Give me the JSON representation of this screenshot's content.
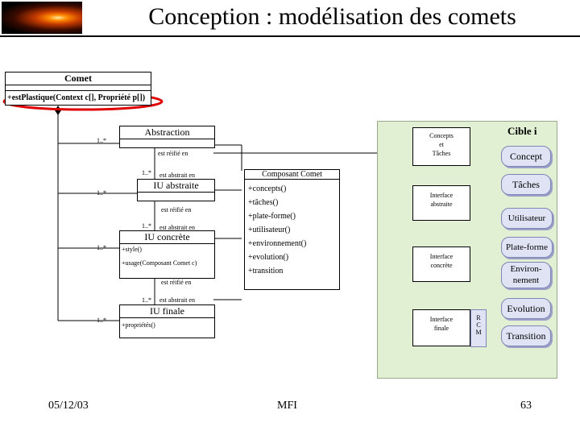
{
  "title": "Conception : modélisation des comets",
  "comet": {
    "name": "Comet",
    "method": "+estPlastique(Context c[], Propriété p[])"
  },
  "abstraction": {
    "name": "Abstraction",
    "reified": "est réifié en"
  },
  "iu_abstraite": {
    "name": "IU abstraite",
    "reified": "est réifié en",
    "mult": "1..*",
    "abstracted": "est abstrait en"
  },
  "iu_concrete": {
    "name": "IU concrète",
    "ops": [
      "+style()",
      "+usage(Composant Comet c)"
    ],
    "reified": "est réifié en",
    "mult": "1..*",
    "abstracted": "est abstrait en"
  },
  "iu_finale": {
    "name": "IU finale",
    "ops": [
      "+propriétés()"
    ],
    "mult": "1..*",
    "abstracted": "est abstrait en"
  },
  "left_mult": "1..*",
  "composant": {
    "name": "Composant Comet",
    "ops": [
      "+concepts()",
      "+tâches()",
      "+plate-forme()",
      "+utilisateur()",
      "+environnement()",
      "+evolution()",
      "+transition"
    ]
  },
  "panel": {
    "concepts_taches": [
      "Concepts",
      "et",
      "Tâches"
    ],
    "interface_abstraite": [
      "Interface",
      "abstraite"
    ],
    "interface_concrete": [
      "Interface",
      "concrète"
    ],
    "interface_finale": [
      "Interface",
      "finale"
    ],
    "rcm": [
      "R",
      "C",
      "M"
    ],
    "cible": "Cible i",
    "items": [
      "Concept",
      "Tâches",
      "Utilisateur",
      "Plate-forme",
      "Environ-nement",
      "Evolution",
      "Transition"
    ]
  },
  "footer": {
    "date": "05/12/03",
    "center": "MFI",
    "page": "63"
  }
}
